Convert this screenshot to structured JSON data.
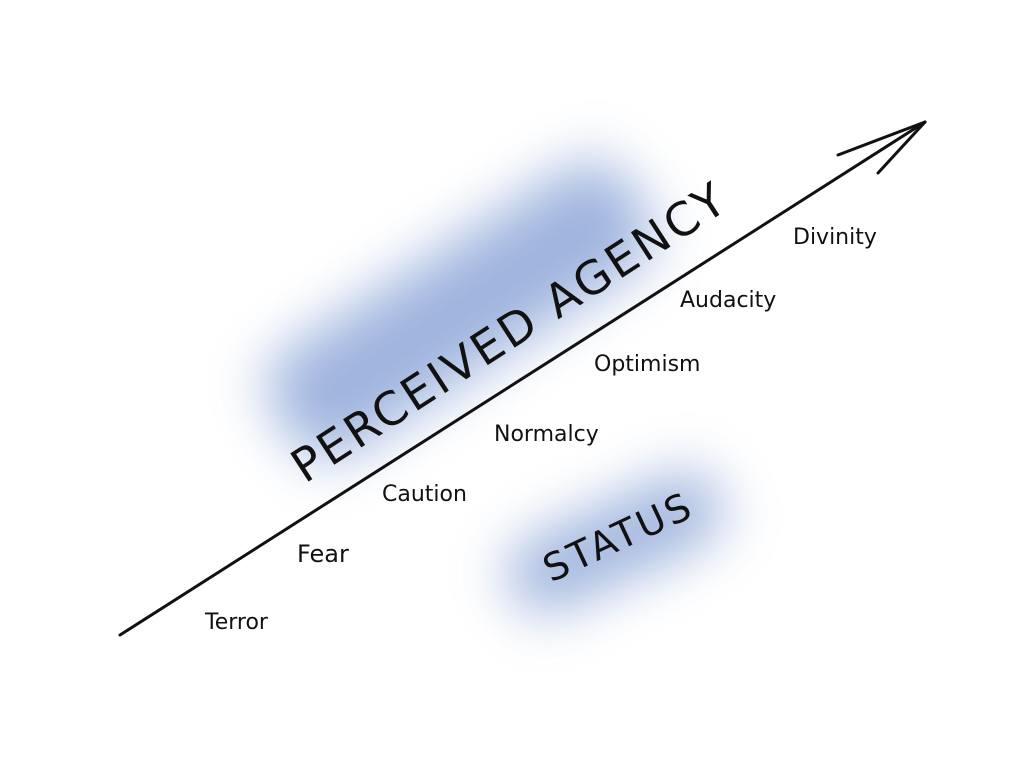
{
  "axis_title": "PERCEIVED AGENCY",
  "category_title": "STATUS",
  "levels": [
    "Terror",
    "Fear",
    "Caution",
    "Normalcy",
    "Optimism",
    "Audacity",
    "Divinity"
  ],
  "colors": {
    "highlight": "#7f9bd2",
    "ink": "#111111"
  }
}
